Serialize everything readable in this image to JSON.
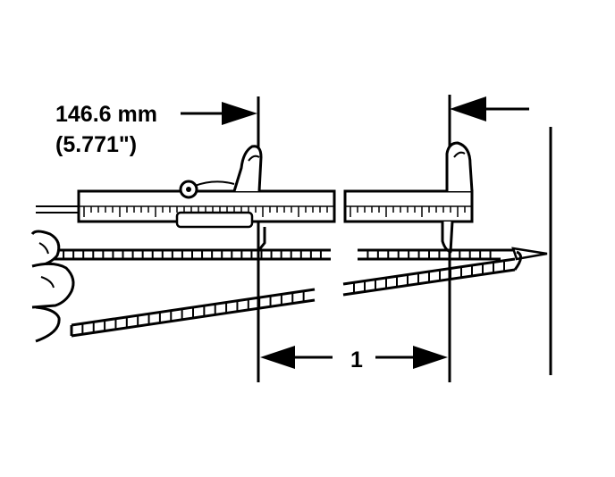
{
  "diagram": {
    "measurement_mm": "146.6 mm",
    "measurement_in": "(5.771\")",
    "callout_number": "1"
  },
  "colors": {
    "ink": "#000000",
    "paper": "#ffffff"
  }
}
